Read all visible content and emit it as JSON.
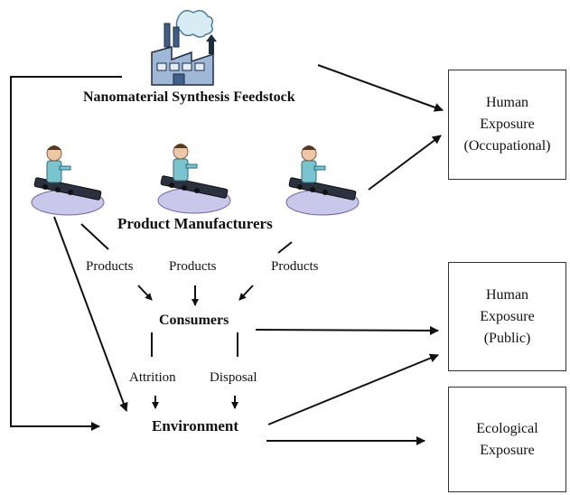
{
  "feedstock": {
    "label": "Nanomaterial Synthesis Feedstock",
    "icon": "factory-icon"
  },
  "manufacturers": {
    "label": "Product Manufacturers",
    "icon": "worker-icon"
  },
  "products": [
    "Products",
    "Products",
    "Products"
  ],
  "consumers": {
    "label": "Consumers"
  },
  "attrition": "Attrition",
  "disposal": "Disposal",
  "environment": {
    "label": "Environment"
  },
  "boxes": {
    "occupational": [
      "Human",
      "Exposure",
      "(Occupational)"
    ],
    "public": [
      "Human",
      "Exposure",
      "(Public)"
    ],
    "ecological": [
      "Ecological",
      "Exposure"
    ]
  }
}
